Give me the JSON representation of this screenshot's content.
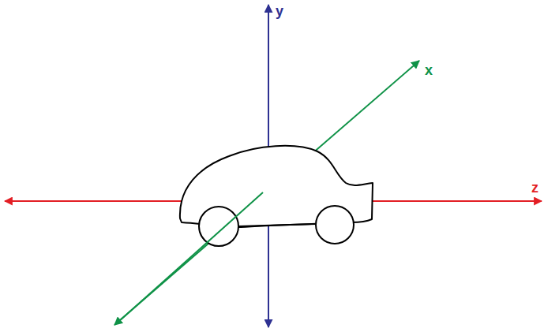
{
  "diagram": {
    "labels": [
      "y",
      "x",
      "z"
    ]
  }
}
